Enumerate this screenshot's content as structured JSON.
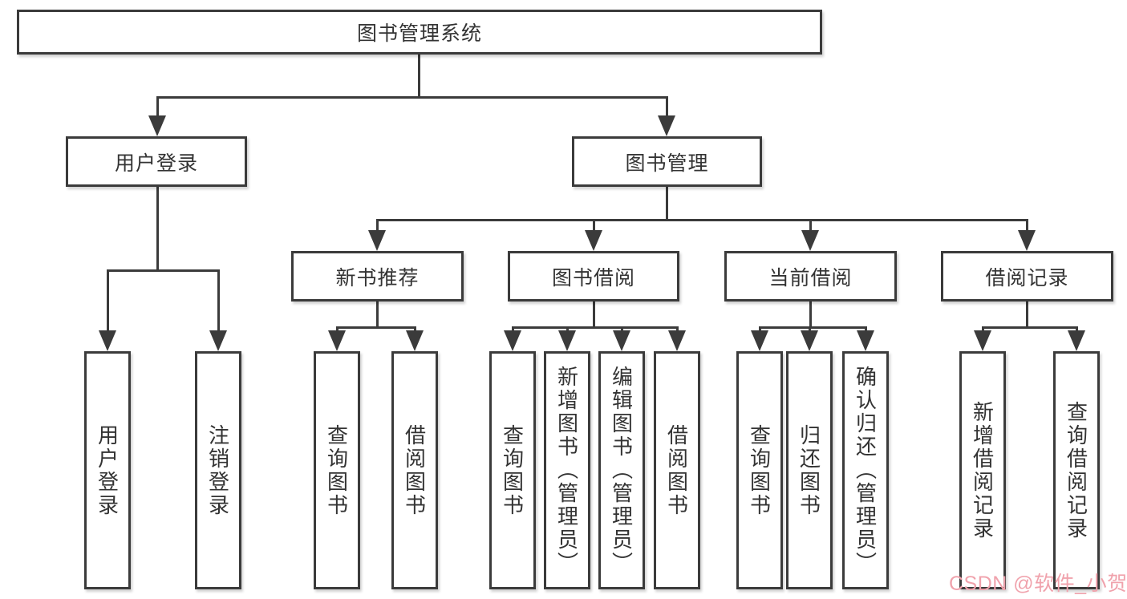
{
  "colors": {
    "line": "#3b3b3b",
    "text": "#333333",
    "background": "#ffffff",
    "watermark": "#f0a2ac"
  },
  "nodes": {
    "root": {
      "label": "图书管理系统"
    },
    "level1": [
      {
        "label": "用户登录"
      },
      {
        "label": "图书管理"
      }
    ],
    "level2": [
      {
        "label": "新书推荐"
      },
      {
        "label": "图书借阅"
      },
      {
        "label": "当前借阅"
      },
      {
        "label": "借阅记录"
      }
    ],
    "leaves": [
      {
        "label": "用户登录"
      },
      {
        "label": "注销登录"
      },
      {
        "label": "查询图书"
      },
      {
        "label": "借阅图书"
      },
      {
        "label": "查询图书"
      },
      {
        "label": "新增图书（管理员）"
      },
      {
        "label": "编辑图书（管理员）"
      },
      {
        "label": "借阅图书"
      },
      {
        "label": "查询图书"
      },
      {
        "label": "归还图书"
      },
      {
        "label": "确认归还（管理员）"
      },
      {
        "label": "新增借阅记录"
      },
      {
        "label": "查询借阅记录"
      }
    ]
  },
  "hierarchy": {
    "图书管理系统": [
      "用户登录",
      "图书管理"
    ],
    "用户登录": [
      "用户登录",
      "注销登录"
    ],
    "图书管理": [
      "新书推荐",
      "图书借阅",
      "当前借阅",
      "借阅记录"
    ],
    "新书推荐": [
      "查询图书",
      "借阅图书"
    ],
    "图书借阅": [
      "查询图书",
      "新增图书（管理员）",
      "编辑图书（管理员）",
      "借阅图书"
    ],
    "当前借阅": [
      "查询图书",
      "归还图书",
      "确认归还（管理员）"
    ],
    "借阅记录": [
      "新增借阅记录",
      "查询借阅记录"
    ]
  },
  "watermark": {
    "text": "CSDN @软件_小贺同学"
  }
}
